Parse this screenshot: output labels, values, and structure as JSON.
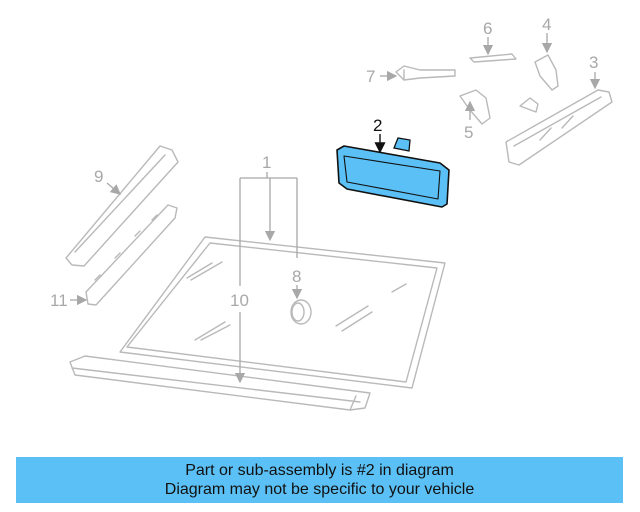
{
  "diagram": {
    "highlight_color": "#5bc0f5",
    "callouts": [
      {
        "id": "1",
        "label": "1"
      },
      {
        "id": "2",
        "label": "2",
        "highlighted": true
      },
      {
        "id": "3",
        "label": "3"
      },
      {
        "id": "4",
        "label": "4"
      },
      {
        "id": "5",
        "label": "5"
      },
      {
        "id": "6",
        "label": "6"
      },
      {
        "id": "7",
        "label": "7"
      },
      {
        "id": "8",
        "label": "8"
      },
      {
        "id": "9",
        "label": "9"
      },
      {
        "id": "10",
        "label": "10"
      },
      {
        "id": "11",
        "label": "11"
      }
    ]
  },
  "banner": {
    "line1": "Part or sub-assembly is #2 in diagram",
    "line2": "Diagram may not be specific to your vehicle",
    "background": "#5bc0f5"
  }
}
